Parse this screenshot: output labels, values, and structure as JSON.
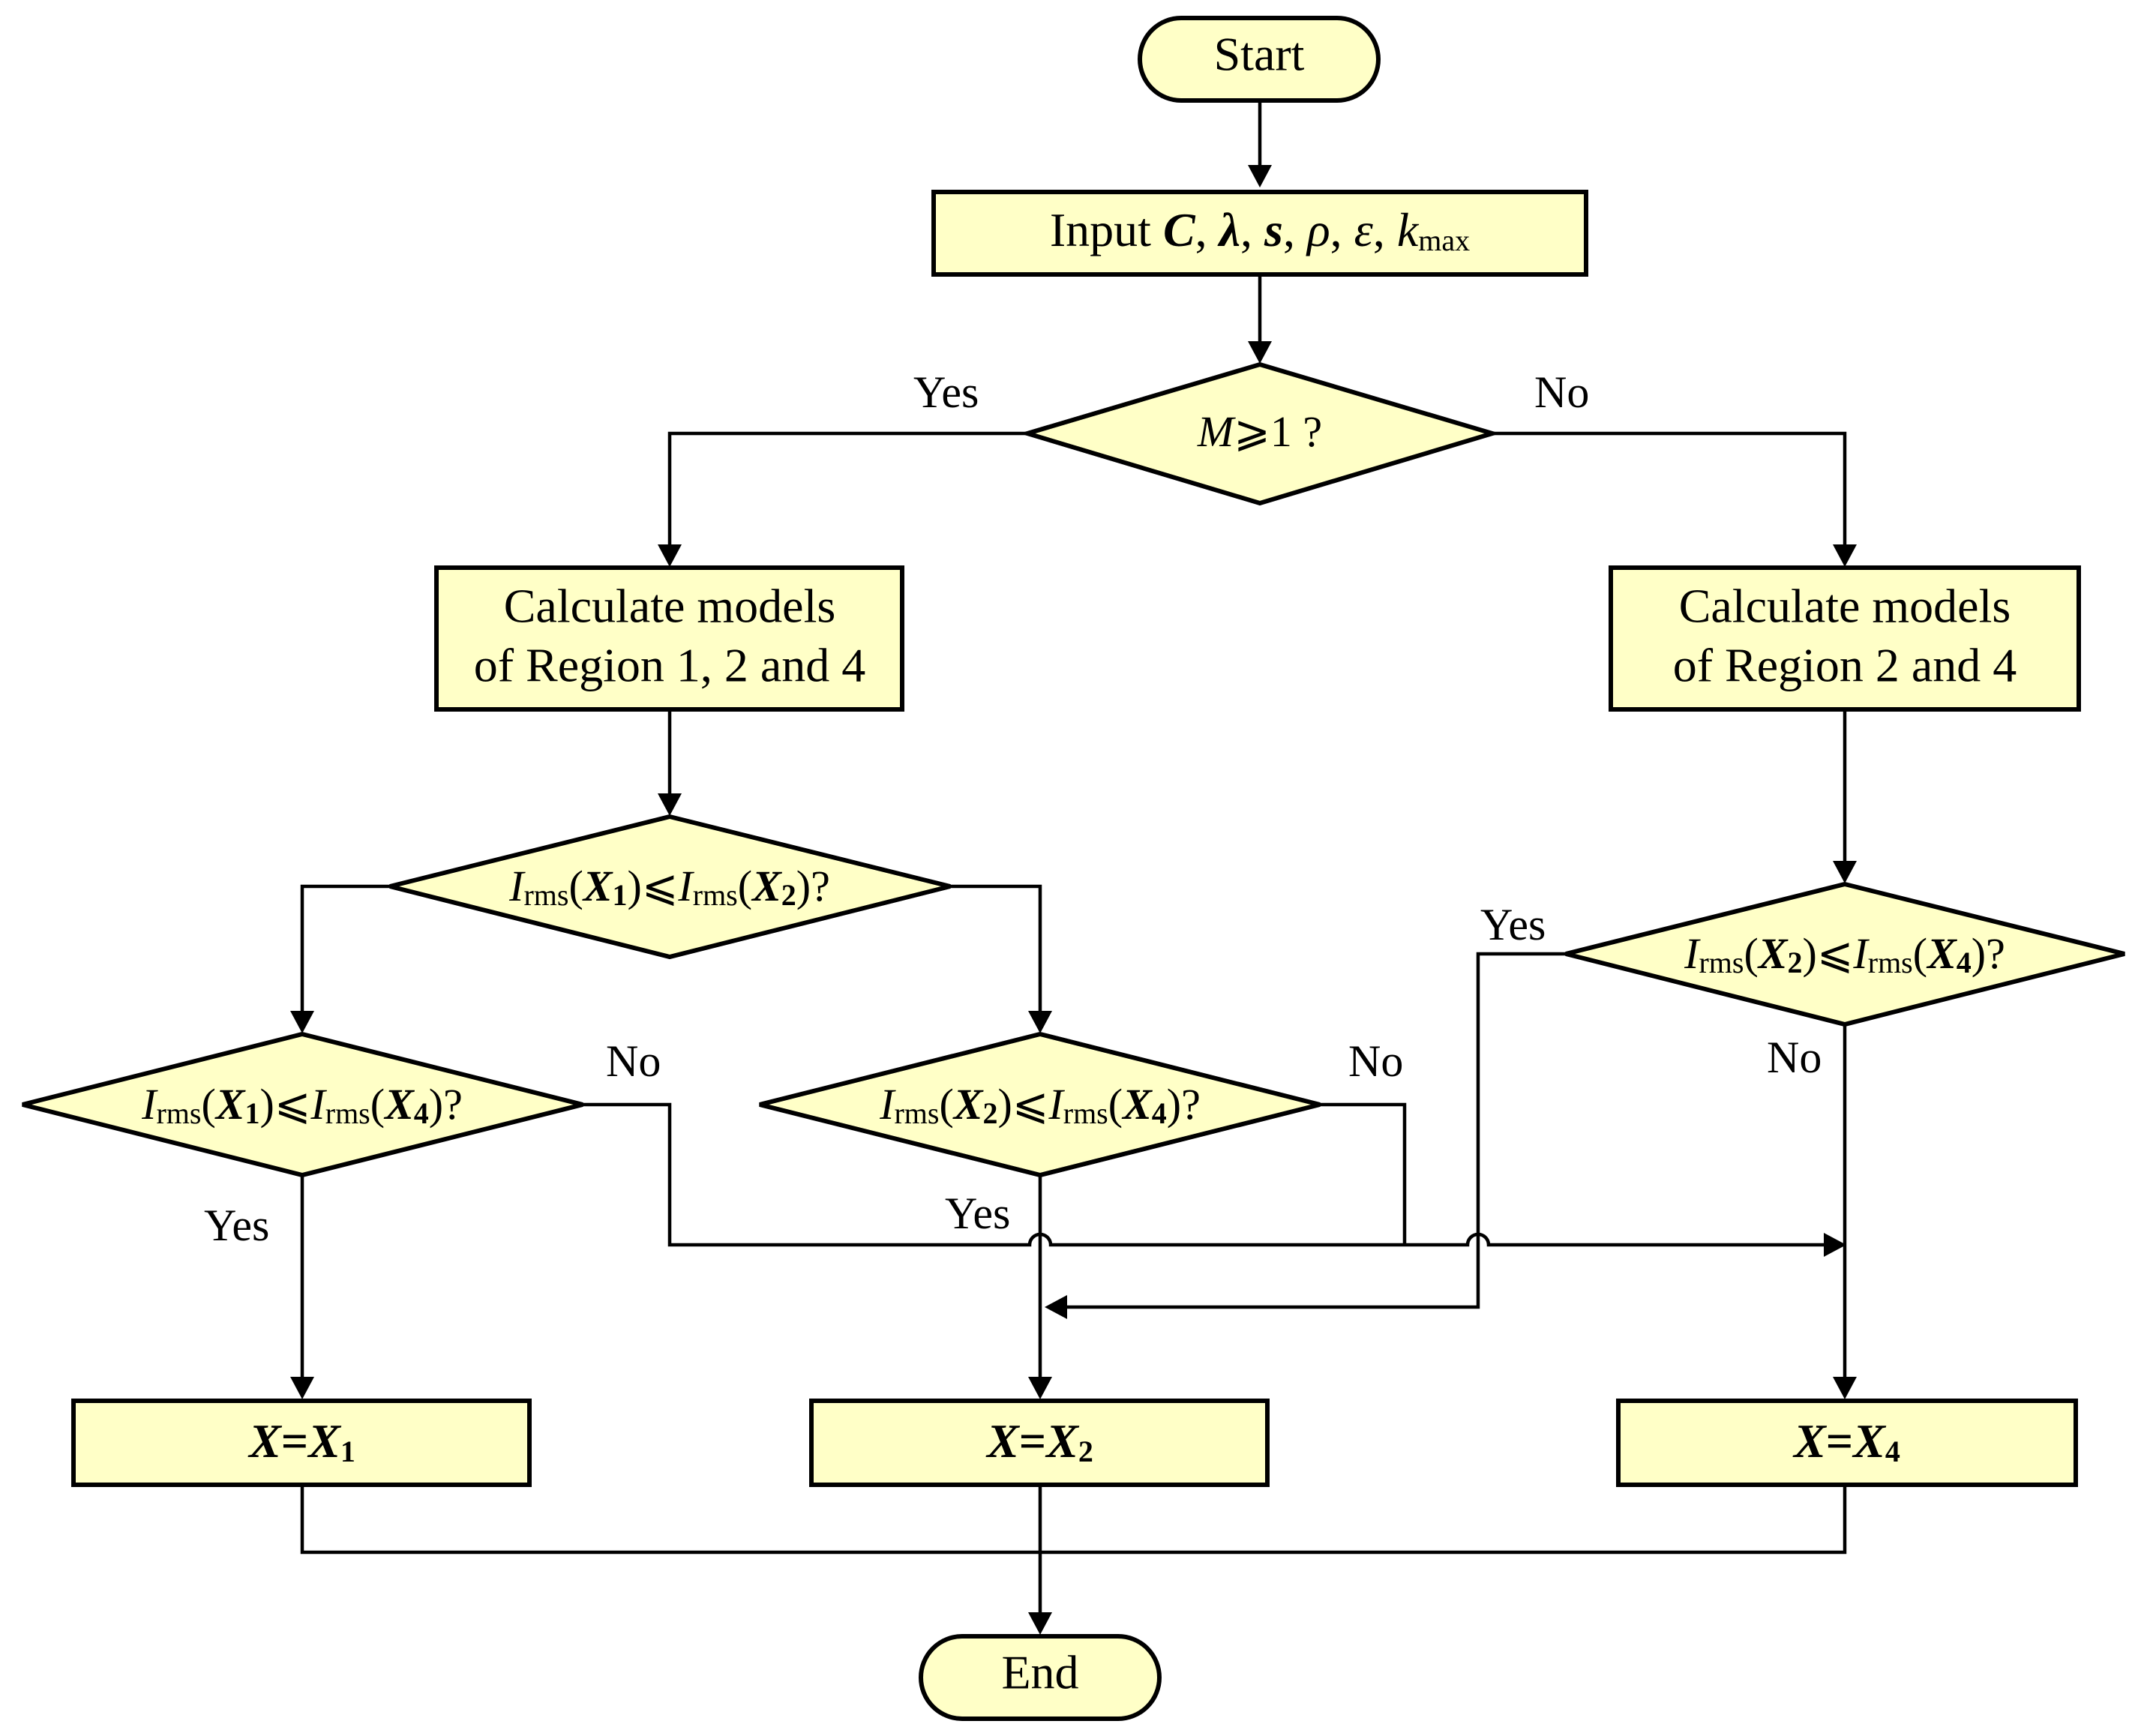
{
  "nodes": {
    "start": {
      "label": "Start"
    },
    "input": {
      "prefix": "Input ",
      "vars": [
        "C",
        "λ",
        "s",
        "ρ",
        "ε",
        "k"
      ],
      "sep": ", ",
      "k_sub": "max"
    },
    "decision_m": {
      "var": "M",
      "rest": "⩾1 ?"
    },
    "calc_left": {
      "line1": "Calculate models",
      "line2": "of Region 1, 2 and 4"
    },
    "calc_right": {
      "line1": "Calculate models",
      "line2": "of Region 2 and 4"
    },
    "decision_12": {
      "I": "I",
      "sub": "rms",
      "lp": "(",
      "rp": ")",
      "X": "X",
      "a": "1",
      "b": "2",
      "le": "⩽",
      "q": "?"
    },
    "decision_14": {
      "I": "I",
      "sub": "rms",
      "lp": "(",
      "rp": ")",
      "X": "X",
      "a": "1",
      "b": "4",
      "le": "⩽",
      "q": "?"
    },
    "decision_24_left": {
      "I": "I",
      "sub": "rms",
      "lp": "(",
      "rp": ")",
      "X": "X",
      "a": "2",
      "b": "4",
      "le": "⩽",
      "q": "?"
    },
    "decision_24_right": {
      "I": "I",
      "sub": "rms",
      "lp": "(",
      "rp": ")",
      "X": "X",
      "a": "2",
      "b": "4",
      "le": "⩽",
      "q": "?"
    },
    "result_1": {
      "X": "X",
      "eq": "=",
      "sub": "1"
    },
    "result_2": {
      "X": "X",
      "eq": "=",
      "sub": "2"
    },
    "result_4": {
      "X": "X",
      "eq": "=",
      "sub": "4"
    },
    "end": {
      "label": "End"
    }
  },
  "edge_labels": {
    "m_yes": "Yes",
    "m_no": "No",
    "d14_no": "No",
    "d14_yes": "Yes",
    "d24l_no": "No",
    "d24l_yes": "Yes",
    "d24r_yes": "Yes",
    "d24r_no": "No"
  }
}
